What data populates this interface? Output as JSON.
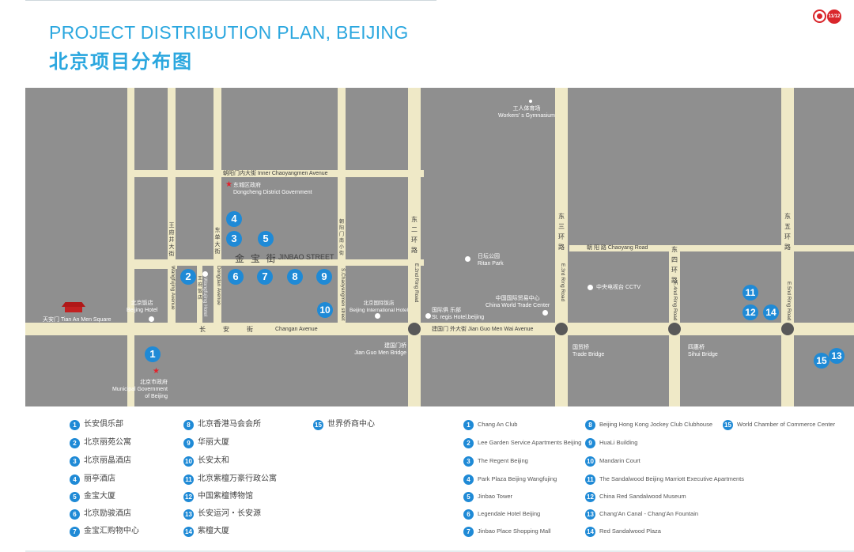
{
  "header": {
    "title_en": "PROJECT DISTRIBUTION PLAN, BEIJING",
    "title_cn": "北京项目分布图",
    "page_badge": "11/12"
  },
  "map": {
    "roads": {
      "inner_chaoyangmen": "朝阳门内大街 Inner Chaoyangmen Avenue",
      "changan_cn": [
        "长",
        "安",
        "街"
      ],
      "changan_en": "Changan Avenue",
      "jianguomenwai": "建国门 外大街  Jian Guo Men Wai Avenue",
      "chaoyang_road": "朝 阳 路  Chaoyang Road",
      "jinbao_cn": "金 宝 街",
      "jinbao_en": "JINBAO STREET",
      "wangfujing_cn": "王府井大街",
      "wangfujing_en": "Wangfujing Avenue",
      "dongdan_cn": "东单大街",
      "dongdan_en": "Dongdan Avenue",
      "wangfujing_hotel_cn": "王府饭店",
      "wangfujing_hotel_en": "Wangfujing Hotel",
      "chaoyangmen_s_cn": "朝阳门南小街",
      "chaoyangmen_s_en": "S.Chaoyangmen street",
      "ring2_cn": "东二环路",
      "ring2_en": "E.2nd Ring Road",
      "ring3_cn": "东三环路",
      "ring3_en": "E.3rd Ring Road",
      "ring4_cn": "东四环路",
      "ring4_en": "E.4nd Ring Road",
      "ring5_cn": "东五环路",
      "ring5_en": "E.5nd Ring Road"
    },
    "places": {
      "workers_gym": "工人体育场\nWorkers' s Gymnasium",
      "dongcheng": "东城区政府\nDongcheng District Government",
      "tiananmen": "天安门  Tian An Men Square",
      "beijing_hotel": "北京饭店\nBeijing Hotel",
      "municipal": "北京市政府\nMunicipal Government\nof Beijing",
      "ritan": "日坛公园\nRitan Park",
      "cctv": "中央电视台  CCTV",
      "world_trade": "中国国际贸易中心\nChina World Trade Center",
      "st_regis": "国际俱 乐部\nSt. regis Hotel,beijing",
      "intl_hotel": "北京国际饭店\nBeijing International Hotel",
      "jianguomen_bridge": "建国门桥\nJian Guo Men Bridge",
      "trade_bridge": "国贸桥\nTrade Bridge",
      "sihui_bridge": "四惠桥\nSihui Bridge"
    },
    "markers": [
      "1",
      "2",
      "3",
      "4",
      "5",
      "6",
      "7",
      "8",
      "9",
      "10",
      "11",
      "12",
      "13",
      "14",
      "15"
    ]
  },
  "legend_cn": [
    {
      "num": "1",
      "text": "长安俱乐部"
    },
    {
      "num": "2",
      "text": "北京丽苑公寓"
    },
    {
      "num": "3",
      "text": "北京丽晶酒店"
    },
    {
      "num": "4",
      "text": "丽亭酒店"
    },
    {
      "num": "5",
      "text": "金宝大厦"
    },
    {
      "num": "6",
      "text": "北京励骏酒店"
    },
    {
      "num": "7",
      "text": "金宝汇购物中心"
    },
    {
      "num": "8",
      "text": "北京香港马会会所"
    },
    {
      "num": "9",
      "text": "华丽大厦"
    },
    {
      "num": "10",
      "text": "长安太和"
    },
    {
      "num": "11",
      "text": "北京紫檀万豪行政公寓"
    },
    {
      "num": "12",
      "text": "中国紫檀博物馆"
    },
    {
      "num": "13",
      "text": "长安运河・长安源"
    },
    {
      "num": "14",
      "text": "紫檀大厦"
    },
    {
      "num": "15",
      "text": "世界侨商中心"
    }
  ],
  "legend_en": [
    {
      "num": "1",
      "text": "Chang An Club"
    },
    {
      "num": "2",
      "text": "Lee Garden Service Apartments Beijing"
    },
    {
      "num": "3",
      "text": "The Regent Beijing"
    },
    {
      "num": "4",
      "text": "Park Plaza Beijing Wangfujing"
    },
    {
      "num": "5",
      "text": "Jinbao Tower"
    },
    {
      "num": "6",
      "text": "Legendale Hotel Beijing"
    },
    {
      "num": "7",
      "text": "Jinbao Place Shopping Mall"
    },
    {
      "num": "8",
      "text": "Beijing Hong Kong Jockey Club Clubhouse"
    },
    {
      "num": "9",
      "text": "HuaLi Building"
    },
    {
      "num": "10",
      "text": "Mandarin Court"
    },
    {
      "num": "11",
      "text": "The Sandalwood Beijing Marriott Executive Apartments"
    },
    {
      "num": "12",
      "text": "China Red Sandalwood Museum"
    },
    {
      "num": "13",
      "text": "Chang'An Canal - Chang'An Fountain"
    },
    {
      "num": "14",
      "text": "Red Sandalwood Plaza"
    },
    {
      "num": "15",
      "text": "World Chamber of Commerce Center"
    }
  ],
  "colors": {
    "accent": "#2ba7df",
    "marker": "#1f8ad6",
    "road": "#efe9c7",
    "block": "#8f8f8f",
    "star": "#e2232c"
  }
}
